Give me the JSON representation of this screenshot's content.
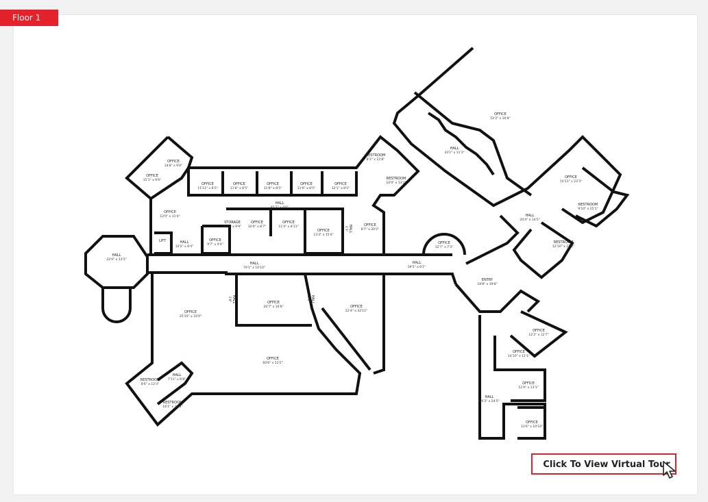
{
  "floor_tab": {
    "label": "Floor 1"
  },
  "tour_button": {
    "label": "Click To View Virtual Tour"
  },
  "colors": {
    "accent": "#e4222b",
    "wall": "#111111",
    "background": "#f1f1f1",
    "sheet": "#ffffff"
  },
  "rooms": [
    {
      "id": "r1",
      "name": "OFFICE",
      "dims": "52'2\" x 30'8\""
    },
    {
      "id": "r2",
      "name": "HALL",
      "dims": "43'1\" x 11'3\""
    },
    {
      "id": "r3",
      "name": "OFFICE",
      "dims": "14'11\" x 23'3\""
    },
    {
      "id": "r4",
      "name": "RESTROOM",
      "dims": "9'10\" x 25'1\""
    },
    {
      "id": "r5",
      "name": "HALL",
      "dims": "20'4\" x 14'5\""
    },
    {
      "id": "r6",
      "name": "RESTROOM",
      "dims": "12'10\" x 21'0\""
    },
    {
      "id": "r7",
      "name": "RESTROOM",
      "dims": "8'3\" x 12'8\""
    },
    {
      "id": "r8",
      "name": "RESTROOM",
      "dims": "10'0\" x 13'2\""
    },
    {
      "id": "r9",
      "name": "OFFICE",
      "dims": "14'8\" x 9'0\""
    },
    {
      "id": "r10",
      "name": "OFFICE",
      "dims": "15'1\" x 9'6\""
    },
    {
      "id": "r11",
      "name": "OFFICE",
      "dims": "11'11\" x 8'5\""
    },
    {
      "id": "r12",
      "name": "OFFICE",
      "dims": "11'8\" x 8'5\""
    },
    {
      "id": "r13",
      "name": "OFFICE",
      "dims": "11'8\" x 8'5\""
    },
    {
      "id": "r14",
      "name": "OFFICE",
      "dims": "11'6\" x 8'5\""
    },
    {
      "id": "r15",
      "name": "OFFICE",
      "dims": "12'1\" x 8'5\""
    },
    {
      "id": "r16",
      "name": "HALL",
      "dims": "45'7\" x 4'6\""
    },
    {
      "id": "r17",
      "name": "OFFICE",
      "dims": "12'0\" x 11'4\""
    },
    {
      "id": "r18",
      "name": "STORAGE",
      "dims": "4'11\" x 9'9\""
    },
    {
      "id": "r19",
      "name": "OFFICE",
      "dims": "10'6\" x 8'7\""
    },
    {
      "id": "r20",
      "name": "OFFICE",
      "dims": "11'4\" x 8'11\""
    },
    {
      "id": "r21",
      "name": "OFFICE",
      "dims": "13'3\" x 15'4\""
    },
    {
      "id": "r22",
      "name": "HALL",
      "dims": "3'3\""
    },
    {
      "id": "r23",
      "name": "OFFICE",
      "dims": "8'7\" x 20'2\""
    },
    {
      "id": "r24",
      "name": "LIFT",
      "dims": ""
    },
    {
      "id": "r25",
      "name": "HALL",
      "dims": "10'2\" x 8'4\""
    },
    {
      "id": "r26",
      "name": "OFFICE",
      "dims": "9'7\" x 9'4\""
    },
    {
      "id": "r27",
      "name": "OFFICE",
      "dims": "12'7\" x 7'3\""
    },
    {
      "id": "r28",
      "name": "HALL",
      "dims": "22'0\" x 13'5\""
    },
    {
      "id": "r29",
      "name": "HALL",
      "dims": "79'1\" x 10'10\""
    },
    {
      "id": "r30",
      "name": "HALL",
      "dims": "39'5\" x 6'1\""
    },
    {
      "id": "r31",
      "name": "ENTRY",
      "dims": "18'8\" x 19'8\""
    },
    {
      "id": "r32",
      "name": "OFFICE",
      "dims": "25'10\" x 33'0\""
    },
    {
      "id": "r33",
      "name": "HALL",
      "dims": "3'8\""
    },
    {
      "id": "r34",
      "name": "OFFICE",
      "dims": "20'7\" x 16'8\""
    },
    {
      "id": "r35",
      "name": "HALL",
      "dims": "3'8\""
    },
    {
      "id": "r36",
      "name": "OFFICE",
      "dims": "22'4\" x 32'11\""
    },
    {
      "id": "r37",
      "name": "OFFICE",
      "dims": "60'6\" x 22'5\""
    },
    {
      "id": "r38",
      "name": "HALL",
      "dims": "7'11\" x 6'8\""
    },
    {
      "id": "r39",
      "name": "RESTROOM",
      "dims": "8'6\" x 12'3\""
    },
    {
      "id": "r40",
      "name": "RESTROOM",
      "dims": "16'1\" x 14'4\""
    },
    {
      "id": "r41",
      "name": "OFFICE",
      "dims": "12'2\" x 12'7\""
    },
    {
      "id": "r42",
      "name": "OFFICE",
      "dims": "14'10\" x 11'1\""
    },
    {
      "id": "r43",
      "name": "OFFICE",
      "dims": "11'0\" x 13'1\""
    },
    {
      "id": "r44",
      "name": "HALL",
      "dims": "16'3\" x 24'5\""
    },
    {
      "id": "r45",
      "name": "OFFICE",
      "dims": "13'6\" x 10'10\""
    }
  ]
}
